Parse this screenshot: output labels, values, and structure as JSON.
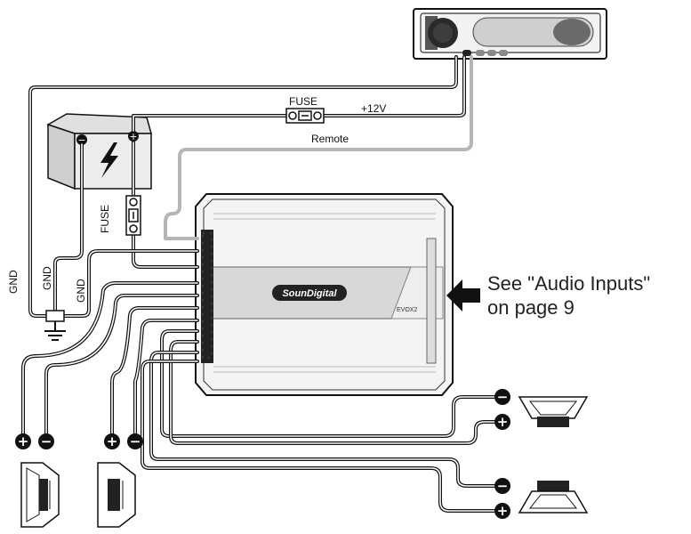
{
  "labels": {
    "fuse_top": "FUSE",
    "plus12v": "+12V",
    "remote": "Remote",
    "fuse_side": "FUSE",
    "gnd_1": "GND",
    "gnd_2": "GND",
    "gnd_3": "GND",
    "brand": "SounDigital",
    "model": "EVOX2",
    "note_line1": "See \"Audio Inputs\"",
    "note_line2": "on page 9"
  },
  "terminals": {
    "plus": "+",
    "minus": "−"
  },
  "colors": {
    "wire": "#111111",
    "remote_wire": "#b5b5b5",
    "amp_body": "#f4f4f4",
    "panel": "#d8d8d8"
  },
  "icons": [
    "head-unit-icon",
    "battery-icon",
    "lightning-bolt-icon",
    "fuse-icon",
    "ground-symbol-icon",
    "arrow-left-icon",
    "speaker-icon"
  ]
}
